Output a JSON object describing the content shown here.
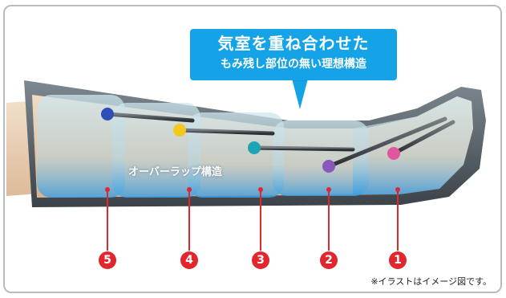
{
  "callout": {
    "line1": "気室を重ね合わせた",
    "line2": "もみ残し部位の無い理想構造"
  },
  "overlap_label": "オーバーラップ構造",
  "chambers": [
    {
      "number": "5",
      "color": "#e1262d"
    },
    {
      "number": "4",
      "color": "#e1262d"
    },
    {
      "number": "3",
      "color": "#e1262d"
    },
    {
      "number": "2",
      "color": "#e1262d"
    },
    {
      "number": "1",
      "color": "#e1262d"
    }
  ],
  "pins": [
    {
      "name": "blue-pin",
      "color": "#2f4fb8"
    },
    {
      "name": "yellow-pin",
      "color": "#f2c81c"
    },
    {
      "name": "teal-pin",
      "color": "#1da5b5"
    },
    {
      "name": "purple-pin",
      "color": "#8a58b8"
    },
    {
      "name": "pink-pin",
      "color": "#e0579f"
    }
  ],
  "note": "※イラストはイメージ図です。"
}
